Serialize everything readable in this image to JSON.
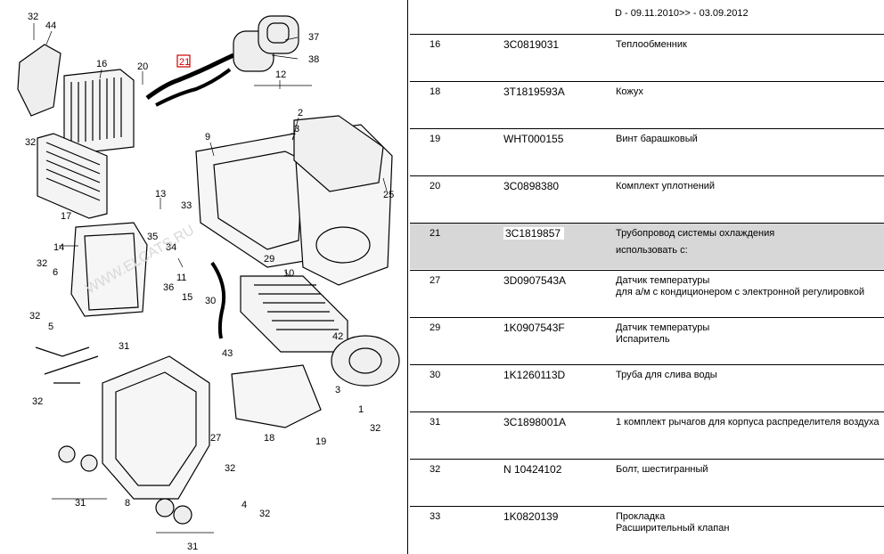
{
  "diagram": {
    "callouts": [
      "32",
      "44",
      "16",
      "20",
      "21",
      "37",
      "38",
      "12",
      "2",
      "9",
      "7",
      "3",
      "25",
      "17",
      "13",
      "33",
      "14",
      "35",
      "34",
      "11",
      "36",
      "15",
      "29",
      "10",
      "30",
      "5",
      "6",
      "31",
      "42",
      "43",
      "3",
      "19",
      "18",
      "1",
      "27",
      "32",
      "32",
      "32",
      "8",
      "32",
      "4",
      "31",
      "31",
      "32",
      "32",
      "32"
    ],
    "highlight_label": "21",
    "watermark_text": "WWW.ELCATS.RU"
  },
  "table": {
    "header_date_range": "D - 09.11.2010>> - 03.09.2012",
    "rows": [
      {
        "pos": "16",
        "number": "3C0819031",
        "desc": [
          "Теплообменник"
        ],
        "selected": false
      },
      {
        "pos": "18",
        "number": "3T1819593A",
        "desc": [
          "Кожух"
        ],
        "selected": false
      },
      {
        "pos": "19",
        "number": "WHT000155",
        "desc": [
          "Винт барашковый"
        ],
        "selected": false
      },
      {
        "pos": "20",
        "number": "3C0898380",
        "desc": [
          "Комплект уплотнений"
        ],
        "selected": false
      },
      {
        "pos": "21",
        "number": "3C1819857",
        "desc": [
          "Трубопровод системы охлаждения",
          "использовать с:"
        ],
        "selected": true
      },
      {
        "pos": "27",
        "number": "3D0907543A",
        "desc": [
          "Датчик температуры",
          "для а/м с кондиционером с электронной регулировкой"
        ],
        "selected": false
      },
      {
        "pos": "29",
        "number": "1K0907543F",
        "desc": [
          "Датчик температуры",
          "Испаритель"
        ],
        "selected": false
      },
      {
        "pos": "30",
        "number": "1K1260113D",
        "desc": [
          "Труба для слива воды"
        ],
        "selected": false
      },
      {
        "pos": "31",
        "number": "3C1898001A",
        "desc": [
          "1 комплект рычагов для корпуса распределителя воздуха"
        ],
        "selected": false
      },
      {
        "pos": "32",
        "number": "N  10424102",
        "desc": [
          "Болт, шестигранный"
        ],
        "selected": false
      },
      {
        "pos": "33",
        "number": "1K0820139",
        "desc": [
          "Прокладка",
          "Расширительный клапан"
        ],
        "selected": false
      }
    ]
  }
}
